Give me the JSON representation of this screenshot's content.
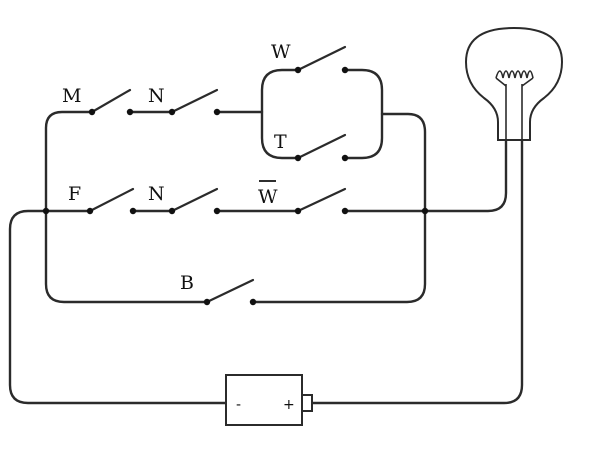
{
  "switch_labels": {
    "m": "M",
    "n_top": "N",
    "w": "W",
    "t": "T",
    "f": "F",
    "n_mid": "N",
    "w_bar": "W",
    "b": "B"
  },
  "battery": {
    "negative": "-",
    "positive": "+"
  },
  "colors": {
    "wire": "#2b2b2b",
    "background": "#ffffff"
  }
}
